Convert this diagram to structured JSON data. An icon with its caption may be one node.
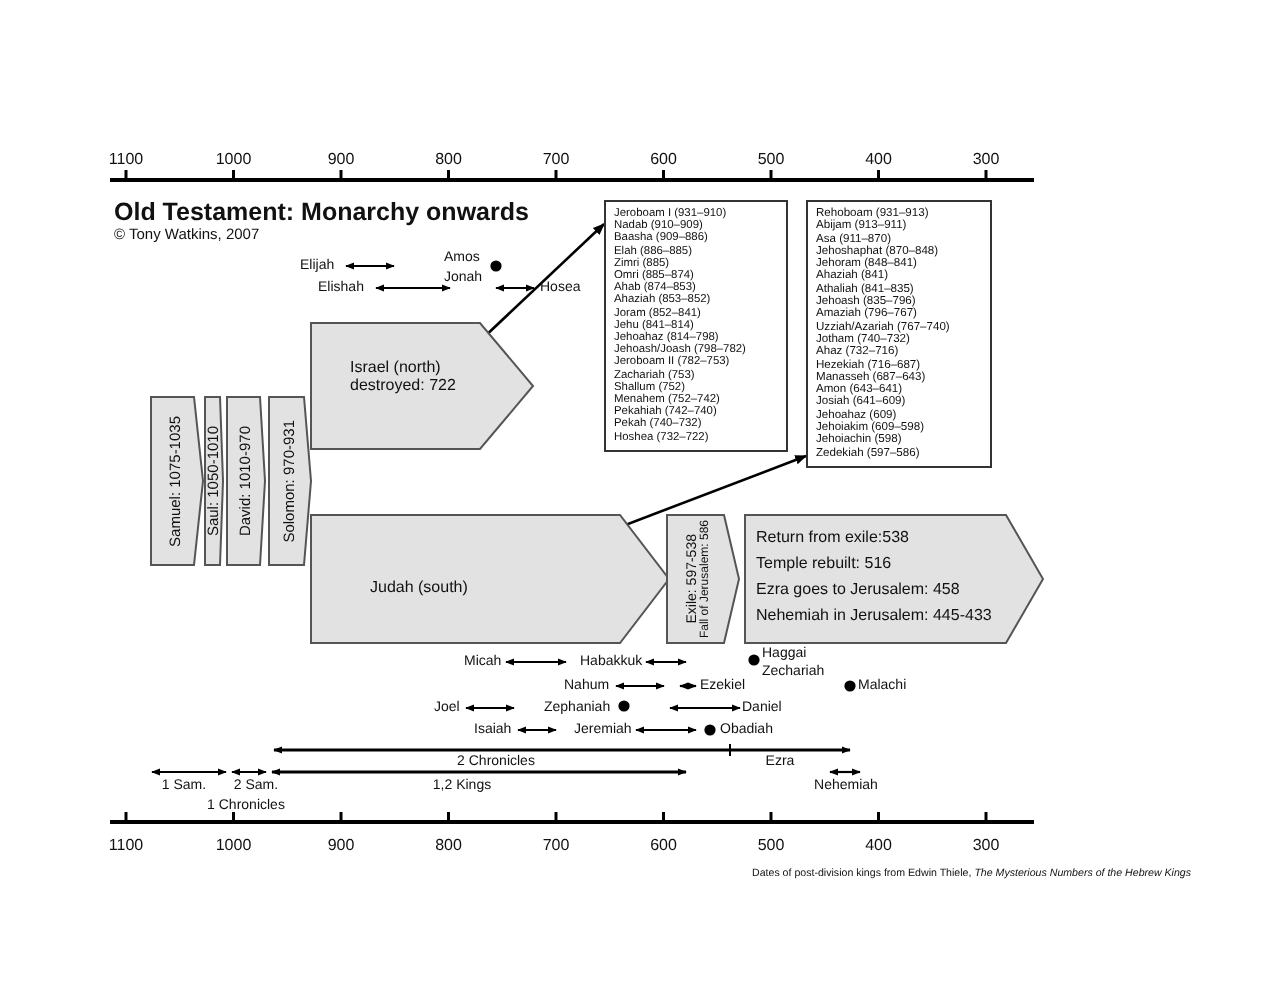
{
  "diagram": {
    "title": "Old Testament: Monarchy onwards",
    "caption": "Dates of post-division kings from Edwin Thiele, *The Mysterious Numbers of the Hebrew Kings*",
    "nodes": [
      {
        "text": [
          "Samuel: 1075-1035"
        ]
      },
      {
        "text": [
          "Saul: 1050-1010"
        ]
      },
      {
        "text": [
          "David: 1010-970"
        ]
      },
      {
        "text": [
          "Solomon: 970-931"
        ]
      },
      {
        "text": [
          "Israel (north) destroyed: 722"
        ]
      },
      {
        "text": [
          "Jeroboam I (931–910)",
          "Nadab (910–909)",
          "Baasha (909–886)",
          "Elah (886–885)",
          "Zimri (885)",
          "Omri (885–874)",
          "Ahab (874–853)",
          "Ahaziah (853–852)",
          "Joram (852–841)",
          "Jehu (841–814)",
          "Jehoahaz (814–798)",
          "Jehoash/Joash (798–782)",
          "Jeroboam II (782–753)",
          "Zachariah (753)",
          "Shallum (752)",
          "Menahem (752–742)",
          "Pekahiah (742–740)",
          "Pekah (740–732)",
          "Hoshea (732–722)"
        ]
      },
      {
        "text": [
          "Judah (south)"
        ]
      },
      {
        "text": [
          "Rehoboam (931–913)",
          "Abijam (913–911)",
          "Asa (911–870)",
          "Jehoshaphat (870–848)",
          "Jehoram (848–841)",
          "Ahaziah (841)",
          "Athaliah (841–835)",
          "Jehoash (835–796)",
          "Amaziah (796–767)",
          "Uzziah/Azariah (767–740)",
          "Jotham (740–732)",
          "Ahaz (732–716)",
          "Hezekiah (716–687)",
          "Manasseh (687–643)",
          "Amon (643–641)",
          "Josiah (641–609)",
          "Jehoahaz (609)",
          "Jehoiakim (609–598)",
          "Jehoiachin (598)",
          "Zedekiah (597–586)"
        ]
      },
      {
        "text": [
          "Exile: 597-538",
          "Fall of Jerusalem: 586"
        ]
      },
      {
        "text": [
          "Return from exile:538",
          "Temple rebuilt: 516",
          "Ezra goes to Jerusalem: 458",
          "Nehemiah in Jerusalem: 445-433"
        ]
      }
    ],
    "edges": [
      {
        "from": 4,
        "to": 5,
        "arrow": "to"
      },
      {
        "from": 6,
        "to": 7,
        "arrow": "to"
      }
    ],
    "labels": [
      "1100",
      "1000",
      "900",
      "800",
      "700",
      "600",
      "500",
      "400",
      "300",
      "© Tony Watkins, 2007",
      "Elijah",
      "Amos",
      "Jonah",
      "Elishah",
      "Hosea",
      "Micah",
      "Habakkuk",
      "Haggai",
      "Zechariah",
      "Nahum",
      "Ezekiel",
      "Malachi",
      "Joel",
      "Zephaniah",
      "Daniel",
      "Isaiah",
      "Jeremiah",
      "Obadiah",
      "2 Chronicles",
      "Ezra",
      "1 Sam.",
      "2 Sam.",
      "1,2 Kings",
      "Nehemiah",
      "1 Chronicles",
      "1100",
      "1000",
      "900",
      "800",
      "700",
      "600",
      "500",
      "400",
      "300"
    ]
  }
}
